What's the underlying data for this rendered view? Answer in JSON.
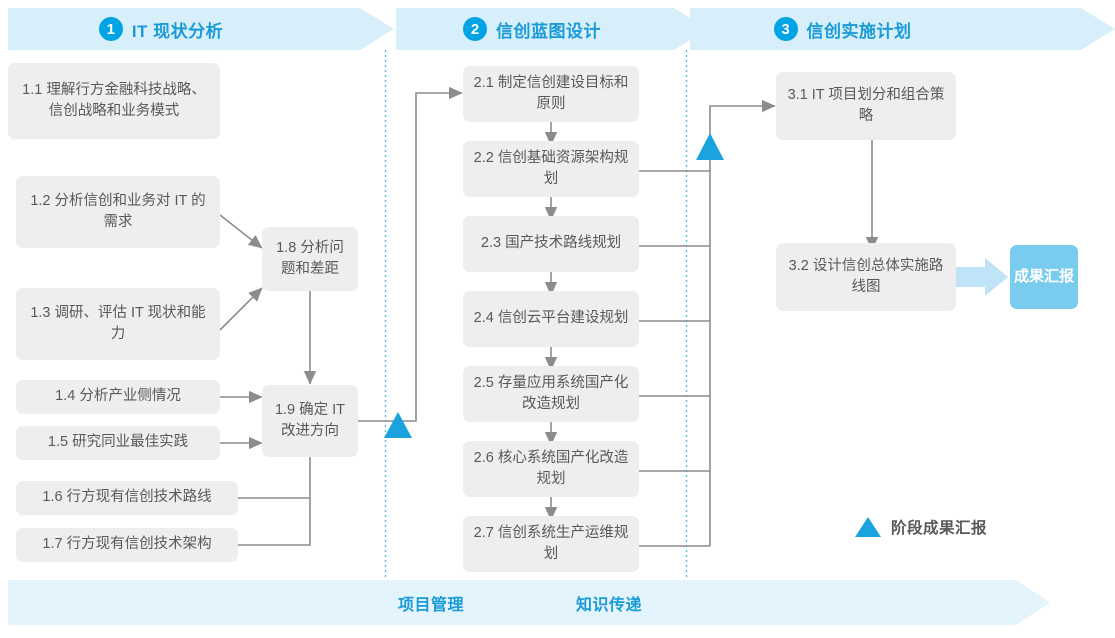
{
  "phases": [
    {
      "number": "1",
      "title": "IT 现状分析"
    },
    {
      "number": "2",
      "title": "信创蓝图设计"
    },
    {
      "number": "3",
      "title": "信创实施计划"
    }
  ],
  "phase1_tasks": [
    {
      "id": "1.1",
      "text": "1.1 理解行方金融科技战略、信创战略和业务模式"
    },
    {
      "id": "1.2",
      "text": "1.2 分析信创和业务对 IT 的需求"
    },
    {
      "id": "1.3",
      "text": "1.3 调研、评估 IT 现状和能力"
    },
    {
      "id": "1.4",
      "text": "1.4 分析产业侧情况"
    },
    {
      "id": "1.5",
      "text": "1.5 研究同业最佳实践"
    },
    {
      "id": "1.6",
      "text": "1.6 行方现有信创技术路线"
    },
    {
      "id": "1.7",
      "text": "1.7 行方现有信创技术架构"
    },
    {
      "id": "1.8",
      "text": "1.8 分析问题和差距"
    },
    {
      "id": "1.9",
      "text": "1.9 确定 IT 改进方向"
    }
  ],
  "phase2_tasks": [
    {
      "id": "2.1",
      "text": "2.1 制定信创建设目标和原则"
    },
    {
      "id": "2.2",
      "text": "2.2 信创基础资源架构规划"
    },
    {
      "id": "2.3",
      "text": "2.3 国产技术路线规划"
    },
    {
      "id": "2.4",
      "text": "2.4 信创云平台建设规划"
    },
    {
      "id": "2.5",
      "text": "2.5 存量应用系统国产化改造规划"
    },
    {
      "id": "2.6",
      "text": "2.6 核心系统国产化改造规划"
    },
    {
      "id": "2.7",
      "text": "2.7 信创系统生产运维规划"
    }
  ],
  "phase3_tasks": [
    {
      "id": "3.1",
      "text": "3.1 IT 项目划分和组合策略"
    },
    {
      "id": "3.2",
      "text": "3.2 设计信创总体实施路线图"
    }
  ],
  "result": {
    "label": "成果汇报"
  },
  "legend": {
    "label": "阶段成果汇报",
    "marker": "milestone-triangle"
  },
  "bottom": {
    "items": [
      {
        "label": "项目管理"
      },
      {
        "label": "知识传递"
      }
    ]
  },
  "colors": {
    "accent": "#00a4e4",
    "title_blue": "#1a9ad7",
    "header_band": "#d7eefb",
    "bottom_band": "#e4f4fc",
    "box_fill": "#eeeeee",
    "box_text": "#595959",
    "result_fill": "#79ccee",
    "connector": "#8c8c8c",
    "dotted_divider": "#56b9e6"
  }
}
